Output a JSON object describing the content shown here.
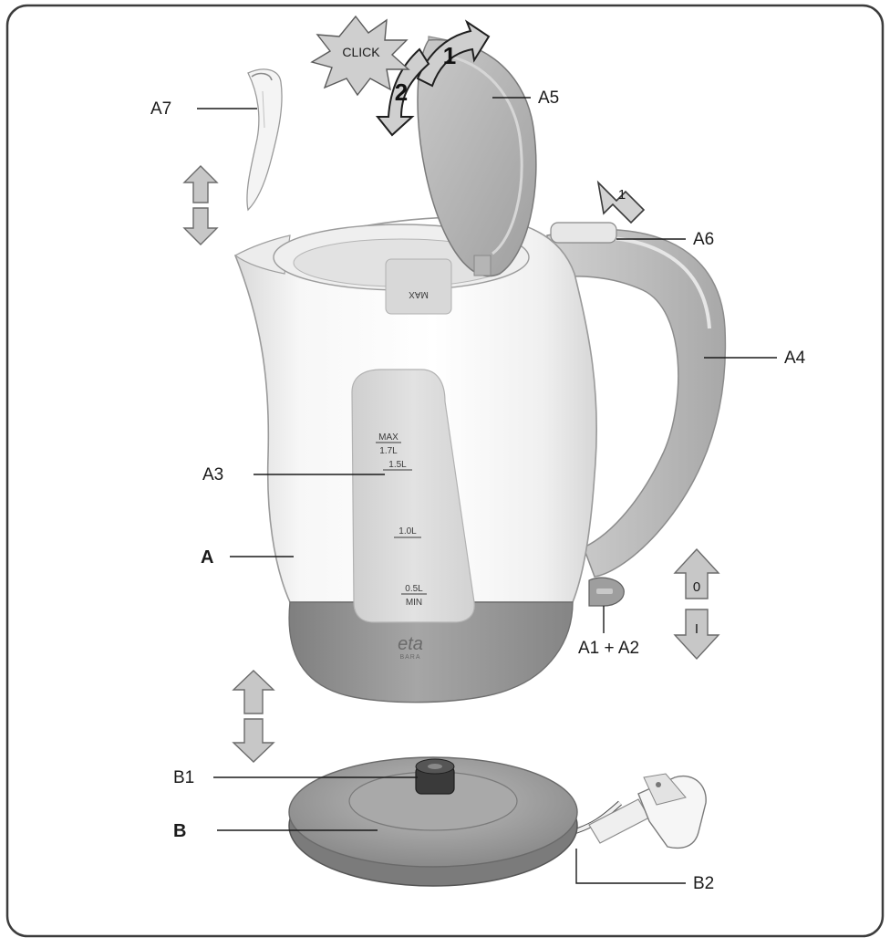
{
  "labels": {
    "a7": "A7",
    "a5": "A5",
    "a6": "A6",
    "a4": "A4",
    "a3": "A3",
    "a": "A",
    "a1a2": "A1 + A2",
    "b1": "B1",
    "b": "B",
    "b2": "B2"
  },
  "callouts": {
    "click": "CLICK",
    "lid_open_step": "1",
    "lid_close_step": "2",
    "button_step": "1",
    "switch_off": "0",
    "switch_on": "I"
  },
  "water_gauge": {
    "max": "MAX",
    "v17": "1.7L",
    "v15": "1.5L",
    "v10": "1.0L",
    "v05": "0.5L",
    "min": "MIN"
  },
  "inner_gauge": {
    "max": "MAX"
  },
  "brand": {
    "logo": "eta",
    "model": "BARA"
  },
  "colors": {
    "body": "#ffffff",
    "base_gray": "#9a9a9a",
    "handle_gray": "#c4c4c4",
    "window_gray": "#dcdcdc",
    "border": "#3c3c3c"
  }
}
